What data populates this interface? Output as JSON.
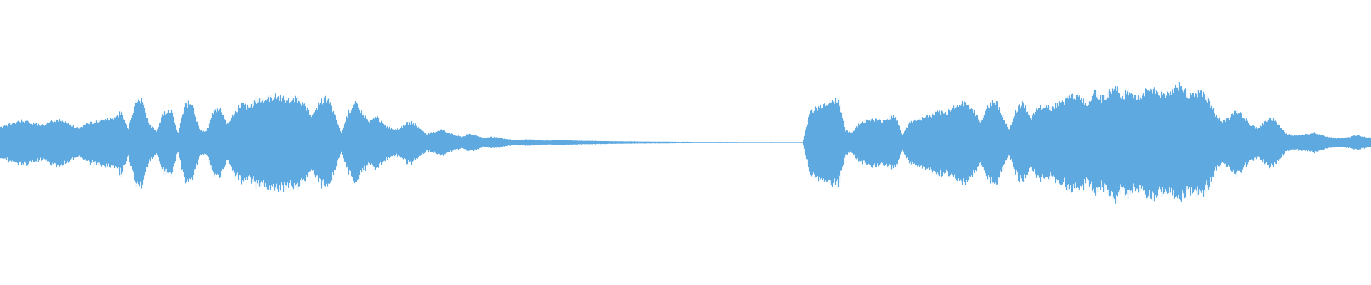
{
  "waveform": {
    "color": "#5DA9E0",
    "background": "#ffffff",
    "envelope": [
      0.11,
      0.12,
      0.14,
      0.15,
      0.14,
      0.13,
      0.12,
      0.15,
      0.16,
      0.14,
      0.12,
      0.1,
      0.13,
      0.14,
      0.15,
      0.16,
      0.17,
      0.21,
      0.1,
      0.28,
      0.3,
      0.12,
      0.08,
      0.21,
      0.23,
      0.06,
      0.26,
      0.28,
      0.09,
      0.07,
      0.22,
      0.24,
      0.12,
      0.21,
      0.27,
      0.24,
      0.29,
      0.3,
      0.31,
      0.32,
      0.3,
      0.29,
      0.31,
      0.24,
      0.18,
      0.28,
      0.31,
      0.2,
      0.06,
      0.21,
      0.27,
      0.2,
      0.14,
      0.18,
      0.12,
      0.1,
      0.09,
      0.13,
      0.14,
      0.1,
      0.06,
      0.07,
      0.09,
      0.07,
      0.05,
      0.04,
      0.06,
      0.05,
      0.03,
      0.04,
      0.035,
      0.025,
      0.02,
      0.018,
      0.022,
      0.02,
      0.015,
      0.014,
      0.016,
      0.018,
      0.015,
      0.013,
      0.012,
      0.012,
      0.011,
      0.01,
      0.009,
      0.009,
      0.008,
      0.008,
      0.007,
      0.007,
      0.006,
      0.006,
      0.006,
      0.005,
      0.005,
      0.005,
      0.004,
      0.004,
      0.004,
      0.004,
      0.004,
      0.004,
      0.003,
      0.003,
      0.003,
      0.003,
      0.003,
      0.003,
      0.003,
      0.003,
      0.003,
      0.003,
      0.22,
      0.24,
      0.27,
      0.28,
      0.3,
      0.08,
      0.07,
      0.14,
      0.15,
      0.16,
      0.15,
      0.17,
      0.18,
      0.05,
      0.14,
      0.16,
      0.17,
      0.19,
      0.21,
      0.2,
      0.24,
      0.26,
      0.28,
      0.22,
      0.14,
      0.25,
      0.3,
      0.2,
      0.08,
      0.22,
      0.28,
      0.16,
      0.23,
      0.26,
      0.24,
      0.27,
      0.29,
      0.33,
      0.31,
      0.26,
      0.36,
      0.3,
      0.34,
      0.38,
      0.32,
      0.36,
      0.3,
      0.34,
      0.38,
      0.35,
      0.33,
      0.36,
      0.4,
      0.34,
      0.32,
      0.35,
      0.3,
      0.2,
      0.14,
      0.17,
      0.22,
      0.18,
      0.12,
      0.1,
      0.14,
      0.17,
      0.12,
      0.06,
      0.05,
      0.05,
      0.06,
      0.07,
      0.05,
      0.04,
      0.03,
      0.03,
      0.04,
      0.05,
      0.04,
      0.03
    ]
  }
}
